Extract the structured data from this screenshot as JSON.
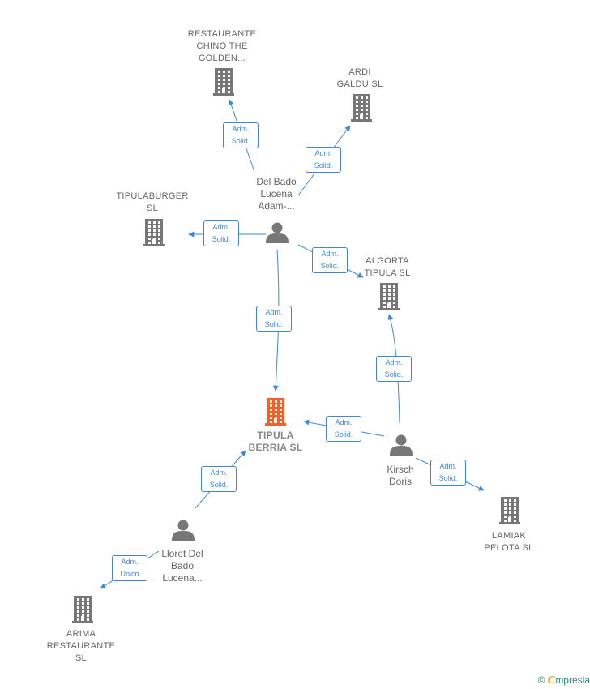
{
  "colors": {
    "company": "#777777",
    "focus_company": "#f0602a",
    "person": "#777777",
    "edge": "#3f88d8",
    "text": "#666666"
  },
  "companies": [
    {
      "id": "restaurante_chino",
      "label": "RESTAURANTE\nCHINO THE\nGOLDEN..."
    },
    {
      "id": "ardi_galdu",
      "label": "ARDI\nGALDU  SL"
    },
    {
      "id": "tipulaburger",
      "label": "TIPULABURGER\nSL"
    },
    {
      "id": "algorta_tipula",
      "label": "ALGORTA\nTIPULA  SL"
    },
    {
      "id": "tipula_berria",
      "label": "TIPULA\nBERRIA  SL"
    },
    {
      "id": "lamiak_pelota",
      "label": "LAMIAK\nPELOTA  SL"
    },
    {
      "id": "arima_restaurante",
      "label": "ARIMA\nRESTAURANTE\nSL"
    }
  ],
  "persons": [
    {
      "id": "del_bado",
      "label": "Del Bado\nLucena\nAdam-..."
    },
    {
      "id": "kirsch",
      "label": "Kirsch\nDoris"
    },
    {
      "id": "lloret",
      "label": "Lloret Del\nBado\nLucena..."
    }
  ],
  "edges": [
    {
      "from": "del_bado",
      "to": "restaurante_chino",
      "label": "Adm.\nSolid."
    },
    {
      "from": "del_bado",
      "to": "ardi_galdu",
      "label": "Adm.\nSolid."
    },
    {
      "from": "del_bado",
      "to": "tipulaburger",
      "label": "Adm.\nSolid."
    },
    {
      "from": "del_bado",
      "to": "algorta_tipula",
      "label": "Adm.\nSolid."
    },
    {
      "from": "del_bado",
      "to": "tipula_berria",
      "label": "Adm.\nSolid."
    },
    {
      "from": "kirsch",
      "to": "algorta_tipula",
      "label": "Adm.\nSolid."
    },
    {
      "from": "kirsch",
      "to": "tipula_berria",
      "label": "Adm.\nSolid."
    },
    {
      "from": "kirsch",
      "to": "lamiak_pelota",
      "label": "Adm.\nSolid."
    },
    {
      "from": "lloret",
      "to": "tipula_berria",
      "label": "Adm.\nSolid."
    },
    {
      "from": "lloret",
      "to": "arima_restaurante",
      "label": "Adm.\nUnico"
    }
  ],
  "footer": {
    "copyright": "©",
    "brand_initial": "C",
    "brand_rest": "mpresia"
  }
}
